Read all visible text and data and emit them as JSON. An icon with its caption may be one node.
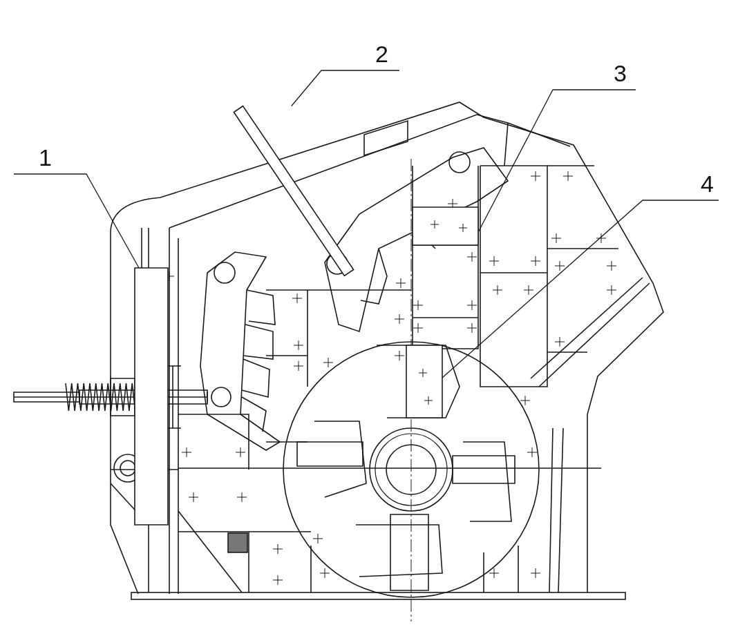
{
  "diagram": {
    "nodes": [
      {
        "text": [
          "1"
        ]
      },
      {
        "text": [
          "2"
        ]
      },
      {
        "text": [
          "3"
        ]
      },
      {
        "text": [
          "4"
        ]
      },
      {
        "text": [],
        "shape": "picture"
      },
      {
        "text": [],
        "shape": "picture"
      },
      {
        "text": [],
        "shape": "picture"
      },
      {
        "text": [],
        "shape": "picture"
      }
    ],
    "edges": [
      {
        "from": 0,
        "to": 4,
        "arrow": "none"
      },
      {
        "from": 1,
        "to": 5,
        "arrow": "none"
      },
      {
        "from": 2,
        "to": 6,
        "arrow": "none"
      },
      {
        "from": 3,
        "to": 7,
        "arrow": "none"
      }
    ]
  }
}
